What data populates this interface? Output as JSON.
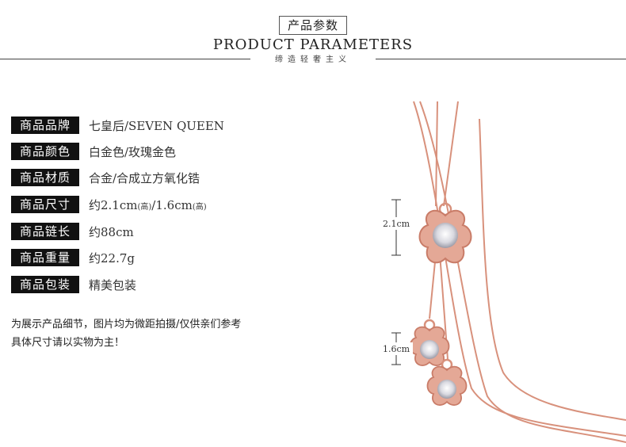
{
  "header": {
    "box_label": "产品参数",
    "title": "PRODUCT PARAMETERS",
    "subtitle": "缔造轻奢主义"
  },
  "params": [
    {
      "label": "商品品牌",
      "value": "七皇后/SEVEN QUEEN"
    },
    {
      "label": "商品颜色",
      "value": "白金色/玫瑰金色"
    },
    {
      "label": "商品材质",
      "value": "合金/合成立方氧化锆"
    },
    {
      "label": "商品尺寸",
      "value": "约2.1cm",
      "value_small": "(高)",
      "value2": "/1.6cm",
      "value2_small": "(高)"
    },
    {
      "label": "商品链长",
      "value": "约88cm"
    },
    {
      "label": "商品重量",
      "value": "约22.7g"
    },
    {
      "label": "商品包装",
      "value": "精美包装"
    }
  ],
  "note": {
    "line1": "为展示产品细节，图片均为微距拍摄/仅供亲们参考",
    "line2": "具体尺寸请以实物为主！"
  },
  "product_image": {
    "dim_large": "2.1cm",
    "dim_small": "1.6cm",
    "metal_color": "#d99a86",
    "gem_color": "#e8e8ec"
  }
}
